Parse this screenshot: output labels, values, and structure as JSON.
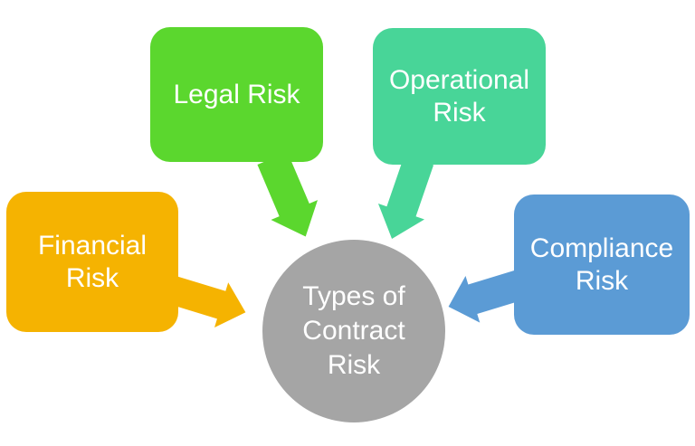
{
  "background": "#FFFFFF",
  "text_color": "#FFFFFF",
  "center": {
    "label": "Types of\nContract\nRisk",
    "color": "#A5A5A5"
  },
  "nodes": [
    {
      "label": "Legal Risk",
      "color": "#5BD72E"
    },
    {
      "label": "Operational\nRisk",
      "color": "#48D598"
    },
    {
      "label": "Financial\nRisk",
      "color": "#F5B301"
    },
    {
      "label": "Compliance\nRisk",
      "color": "#5B9BD5"
    }
  ]
}
